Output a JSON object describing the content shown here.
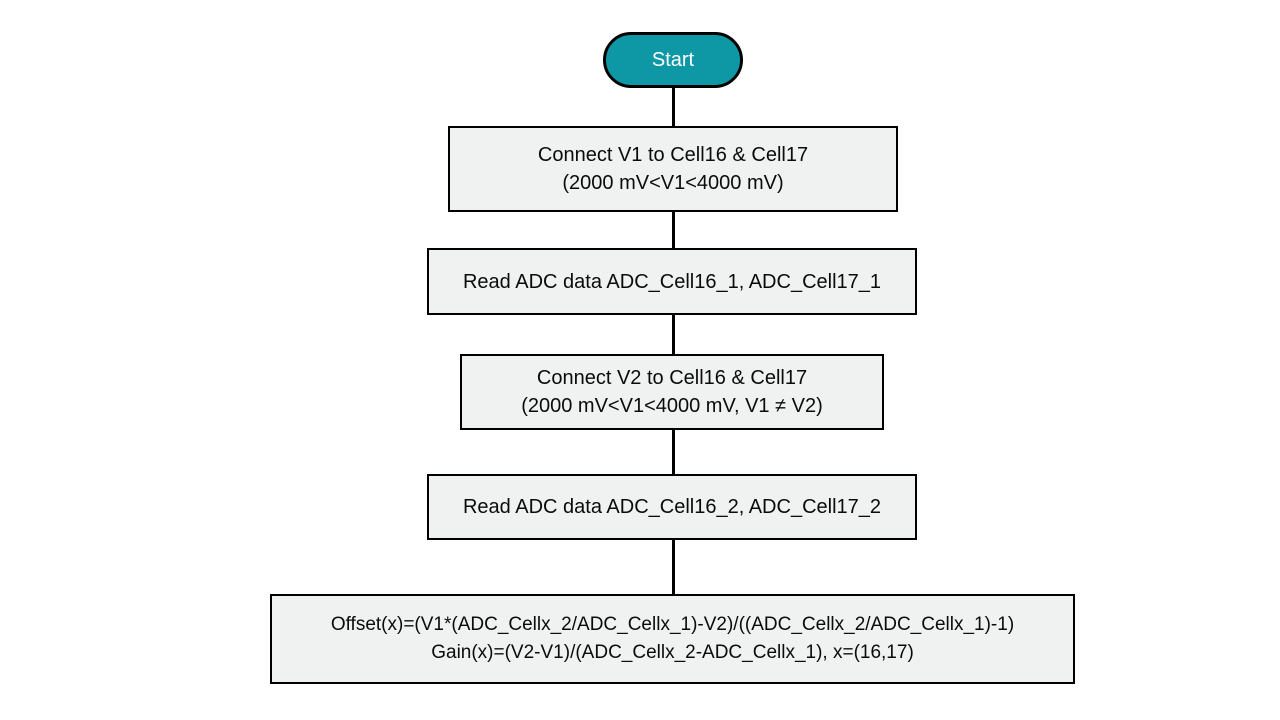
{
  "diagram": {
    "type": "flowchart",
    "start": {
      "label": "Start"
    },
    "steps": [
      {
        "id": "connect-v1",
        "lines": [
          "Connect V1 to Cell16 & Cell17",
          "(2000 mV<V1<4000 mV)"
        ]
      },
      {
        "id": "read-adc-1",
        "lines": [
          "Read ADC data ADC_Cell16_1, ADC_Cell17_1"
        ]
      },
      {
        "id": "connect-v2",
        "lines": [
          "Connect V2 to Cell16 & Cell17",
          "(2000 mV<V1<4000 mV, V1 ≠ V2)"
        ]
      },
      {
        "id": "read-adc-2",
        "lines": [
          "Read ADC data ADC_Cell16_2, ADC_Cell17_2"
        ]
      },
      {
        "id": "compute-offset-gain",
        "lines": [
          "Offset(x)=(V1*(ADC_Cellx_2/ADC_Cellx_1)-V2)/((ADC_Cellx_2/ADC_Cellx_1)-1)",
          "Gain(x)=(V2-V1)/(ADC_Cellx_2-ADC_Cellx_1), x=(16,17)"
        ]
      }
    ],
    "colors": {
      "start_fill": "#0E98A6",
      "start_text": "#FFFFFF",
      "box_fill": "#F0F1F1",
      "box_border": "#000000",
      "connector": "#000000",
      "canvas_background": "#FFFFFF"
    }
  }
}
